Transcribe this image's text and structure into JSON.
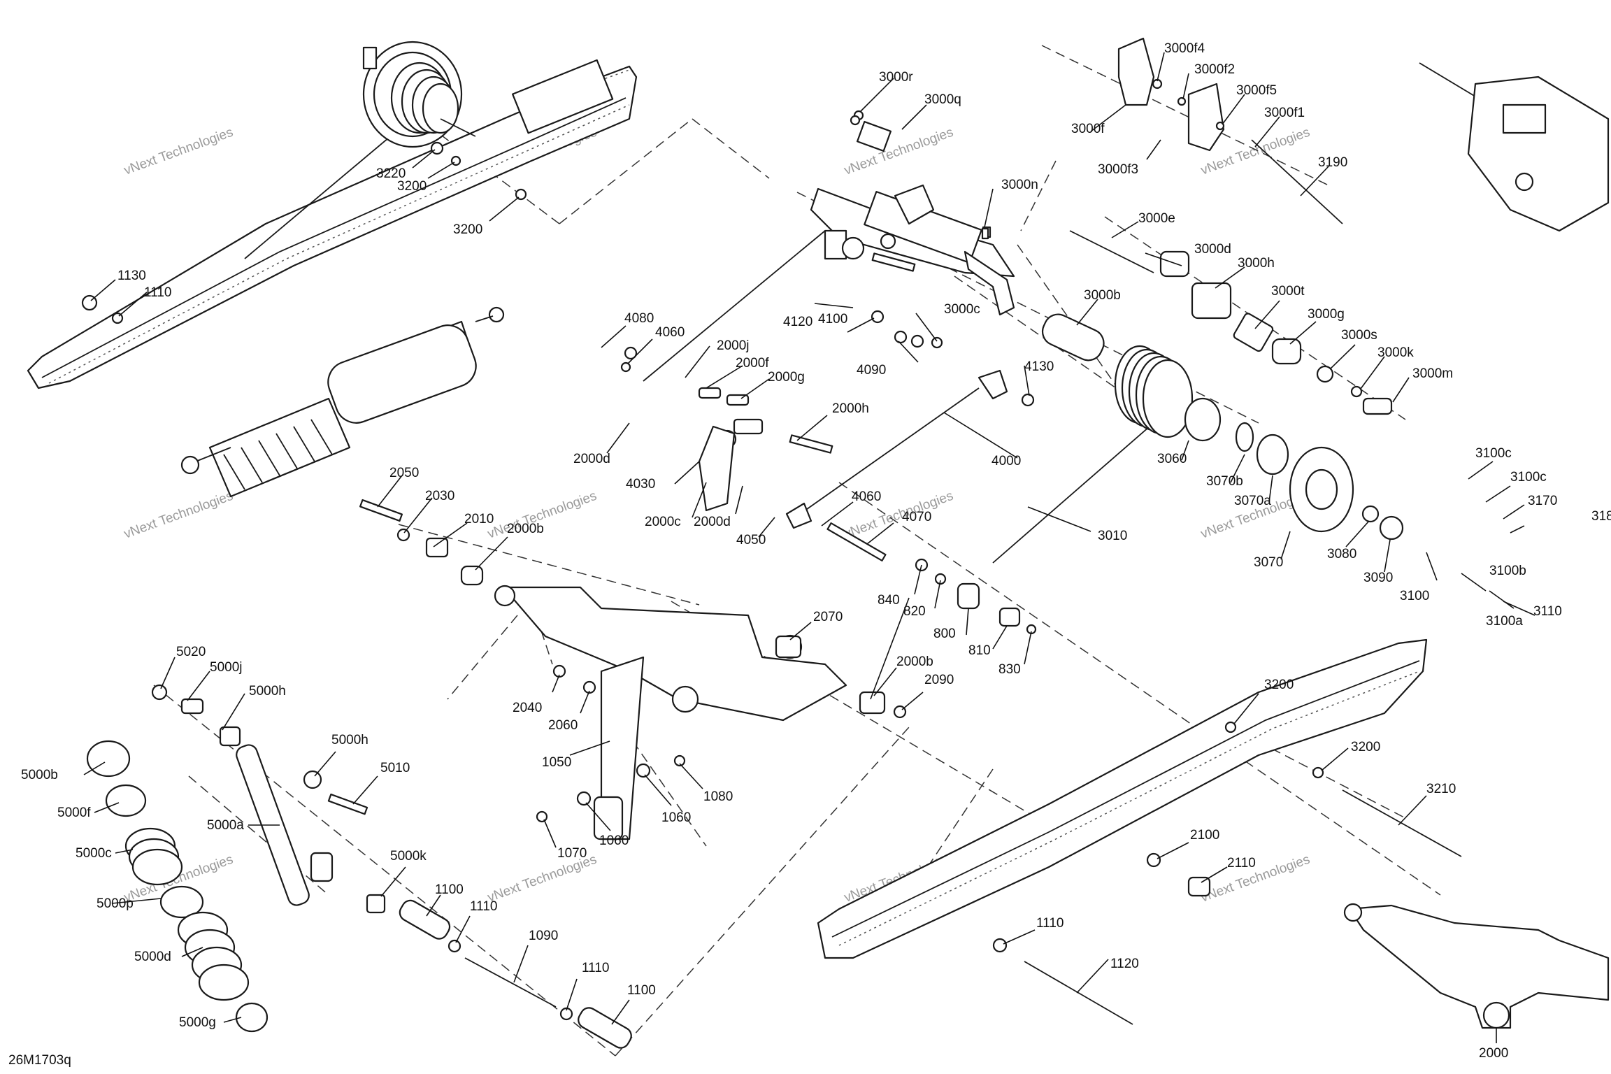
{
  "diagram": {
    "reference_code": "26M1703q",
    "watermark_line1": "vNext Technologies",
    "watermark_line2": "Technologies",
    "callouts": {
      "c3220": "3220",
      "c3200a": "3200",
      "c3200b": "3200",
      "c1130": "1130",
      "c1110a": "1110",
      "c3000r": "3000r",
      "c3000q": "3000q",
      "c3000n": "3000n",
      "c3000f4": "3000f4",
      "c3000f2": "3000f2",
      "c3000f5": "3000f5",
      "c3000f1": "3000f1",
      "c3000f": "3000f",
      "c3000f3": "3000f3",
      "c3190": "3190",
      "c3000e": "3000e",
      "c3000d": "3000d",
      "c3000h": "3000h",
      "c3000b": "3000b",
      "c3000t": "3000t",
      "c3000g": "3000g",
      "c3000s": "3000s",
      "c3000k": "3000k",
      "c3000m": "3000m",
      "c4080": "4080",
      "c4060a": "4060",
      "c4120": "4120",
      "c4100": "4100",
      "c3000c": "3000c",
      "c4090": "4090",
      "c4130": "4130",
      "c2000j": "2000j",
      "c2000f": "2000f",
      "c2000g": "2000g",
      "c2000h": "2000h",
      "c2000d1": "2000d",
      "c4030": "4030",
      "c4000": "4000",
      "c2000c": "2000c",
      "c2000d2": "2000d",
      "c4050": "4050",
      "c4060b": "4060",
      "c4070": "4070",
      "c3060": "3060",
      "c3070b": "3070b",
      "c3070a": "3070a",
      "c3070": "3070",
      "c3010": "3010",
      "c3100c1": "3100c",
      "c3100c2": "3100c",
      "c3170": "3170",
      "c3180": "318",
      "c3080": "3080",
      "c3090": "3090",
      "c3100": "3100",
      "c3100b": "3100b",
      "c3100a": "3100a",
      "c3110": "3110",
      "c2050": "2050",
      "c2030": "2030",
      "c2010": "2010",
      "c2000b1": "2000b",
      "c840": "840",
      "c820": "820",
      "c800": "800",
      "c810": "810",
      "c830": "830",
      "c2070": "2070",
      "c2000b2": "2000b",
      "c2090": "2090",
      "c2040": "2040",
      "c2060": "2060",
      "c1050": "1050",
      "c1080": "1080",
      "c1060a": "1060",
      "c1060b": "1060",
      "c1070": "1070",
      "c5020": "5020",
      "c5000j": "5000j",
      "c5000h1": "5000h",
      "c5000h2": "5000h",
      "c5010": "5010",
      "c5000b": "5000b",
      "c5000f": "5000f",
      "c5000c": "5000c",
      "c5000a": "5000a",
      "c5000p": "5000p",
      "c5000d": "5000d",
      "c5000g": "5000g",
      "c5000k": "5000k",
      "c1100a": "1100",
      "c1110b": "1110",
      "c1090": "1090",
      "c1110c": "1110",
      "c1100b": "1100",
      "c3200c": "3200",
      "c3200d": "3200",
      "c3210": "3210",
      "c2100": "2100",
      "c2110": "2110",
      "c1110d": "1110",
      "c1120": "1120",
      "c2000": "2000"
    }
  }
}
